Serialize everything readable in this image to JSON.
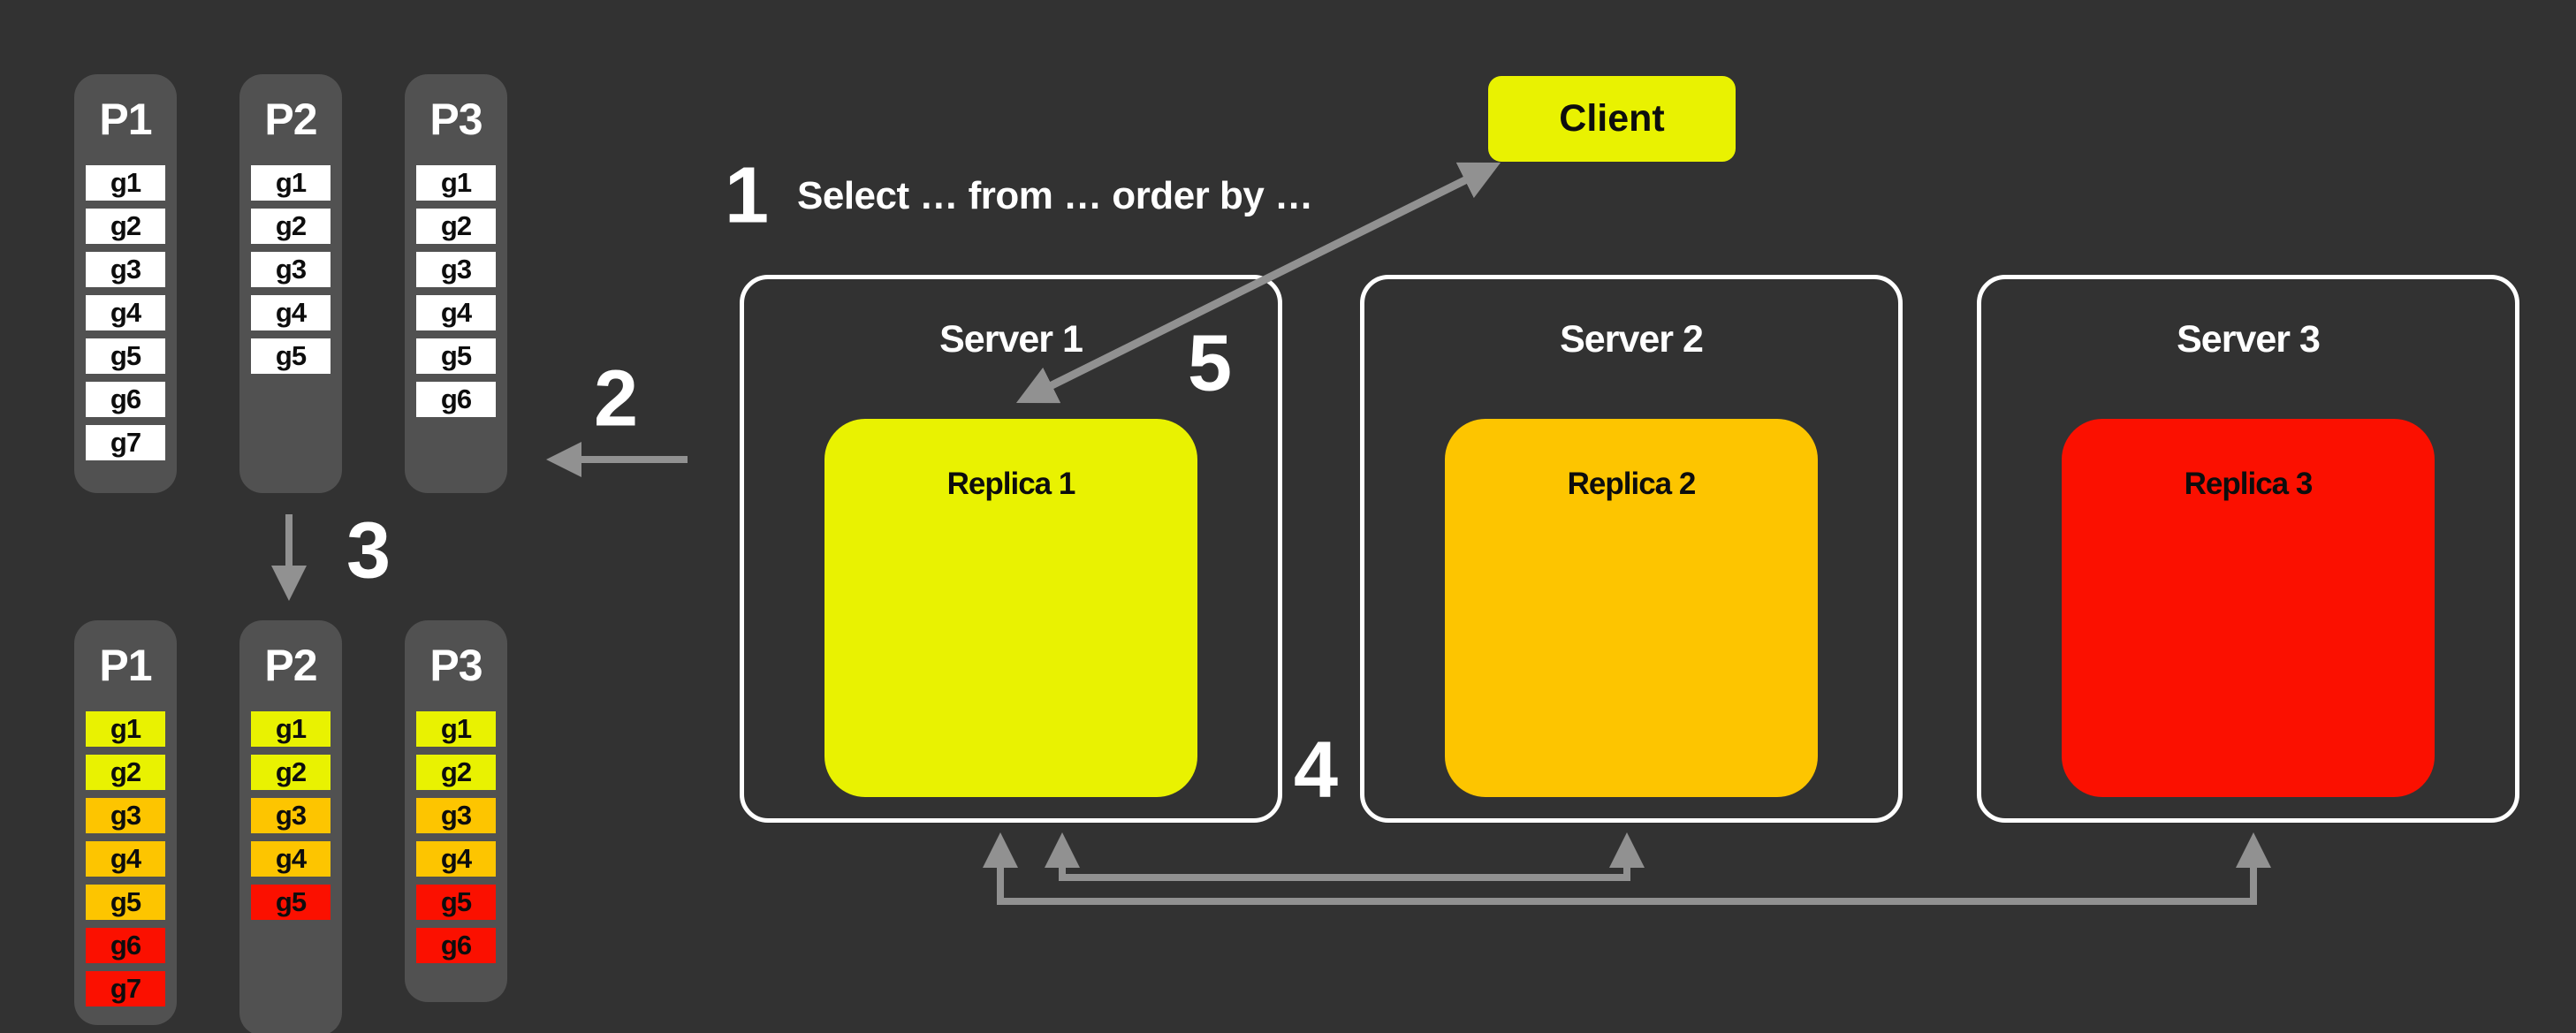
{
  "colors": {
    "background": "#323232",
    "panel_gray": "#515151",
    "cell_white": "#ffffff",
    "yellow": "#e9f201",
    "amber": "#fdc500",
    "red": "#fb1000",
    "arrow_gray": "#919191",
    "server_border": "#ffffff"
  },
  "steps": {
    "s1": {
      "number": "1",
      "query": "Select … from … order by …"
    },
    "s2": {
      "number": "2"
    },
    "s3": {
      "number": "3"
    },
    "s4": {
      "number": "4"
    },
    "s5": {
      "number": "5"
    }
  },
  "client": {
    "label": "Client",
    "color": "#e9f201"
  },
  "servers": [
    {
      "label": "Server 1",
      "replica": {
        "label": "Replica 1",
        "color": "#e9f201"
      }
    },
    {
      "label": "Server 2",
      "replica": {
        "label": "Replica 2",
        "color": "#fdc500"
      }
    },
    {
      "label": "Server 3",
      "replica": {
        "label": "Replica 3",
        "color": "#fb1000"
      }
    }
  ],
  "partitions_unsorted": [
    {
      "label": "P1",
      "cells": [
        {
          "label": "g1",
          "color": "#ffffff"
        },
        {
          "label": "g2",
          "color": "#ffffff"
        },
        {
          "label": "g3",
          "color": "#ffffff"
        },
        {
          "label": "g4",
          "color": "#ffffff"
        },
        {
          "label": "g5",
          "color": "#ffffff"
        },
        {
          "label": "g6",
          "color": "#ffffff"
        },
        {
          "label": "g7",
          "color": "#ffffff"
        }
      ]
    },
    {
      "label": "P2",
      "cells": [
        {
          "label": "g1",
          "color": "#ffffff"
        },
        {
          "label": "g2",
          "color": "#ffffff"
        },
        {
          "label": "g3",
          "color": "#ffffff"
        },
        {
          "label": "g4",
          "color": "#ffffff"
        },
        {
          "label": "g5",
          "color": "#ffffff"
        }
      ]
    },
    {
      "label": "P3",
      "cells": [
        {
          "label": "g1",
          "color": "#ffffff"
        },
        {
          "label": "g2",
          "color": "#ffffff"
        },
        {
          "label": "g3",
          "color": "#ffffff"
        },
        {
          "label": "g4",
          "color": "#ffffff"
        },
        {
          "label": "g5",
          "color": "#ffffff"
        },
        {
          "label": "g6",
          "color": "#ffffff"
        }
      ]
    }
  ],
  "partitions_sorted": [
    {
      "label": "P1",
      "cells": [
        {
          "label": "g1",
          "color": "#e9f201"
        },
        {
          "label": "g2",
          "color": "#e9f201"
        },
        {
          "label": "g3",
          "color": "#fdc500"
        },
        {
          "label": "g4",
          "color": "#fdc500"
        },
        {
          "label": "g5",
          "color": "#fdc500"
        },
        {
          "label": "g6",
          "color": "#fb1000"
        },
        {
          "label": "g7",
          "color": "#fb1000"
        }
      ]
    },
    {
      "label": "P2",
      "cells": [
        {
          "label": "g1",
          "color": "#e9f201"
        },
        {
          "label": "g2",
          "color": "#e9f201"
        },
        {
          "label": "g3",
          "color": "#fdc500"
        },
        {
          "label": "g4",
          "color": "#fdc500"
        },
        {
          "label": "g5",
          "color": "#fb1000"
        }
      ]
    },
    {
      "label": "P3",
      "cells": [
        {
          "label": "g1",
          "color": "#e9f201"
        },
        {
          "label": "g2",
          "color": "#e9f201"
        },
        {
          "label": "g3",
          "color": "#fdc500"
        },
        {
          "label": "g4",
          "color": "#fdc500"
        },
        {
          "label": "g5",
          "color": "#fb1000"
        },
        {
          "label": "g6",
          "color": "#fb1000"
        }
      ]
    }
  ]
}
